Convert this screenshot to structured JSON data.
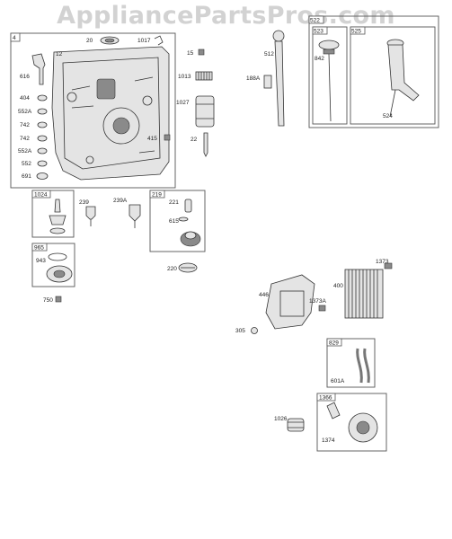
{
  "watermark": "AppliancePartsPros.com",
  "groups": {
    "g4": "4",
    "g1024": "1024",
    "g965": "965",
    "g219": "219",
    "g522": "522",
    "g523": "523",
    "g525": "525",
    "g829": "829",
    "g1366": "1366"
  },
  "labels": {
    "p20": "20",
    "p1017": "1017",
    "p12": "12",
    "p616": "616",
    "p404": "404",
    "p552A_1": "552A",
    "p742_1": "742",
    "p742_2": "742",
    "p552A_2": "552A",
    "p552": "552",
    "p691": "691",
    "p15": "15",
    "p1013": "1013",
    "p1027": "1027",
    "p415": "415",
    "p22": "22",
    "p512": "512",
    "p188A": "188A",
    "p842": "842",
    "p524": "524",
    "p239": "239",
    "p239A": "239A",
    "p221": "221",
    "p615": "615",
    "p943": "943",
    "p750": "750",
    "p220": "220",
    "p1373": "1373",
    "p400": "400",
    "p446": "446",
    "p1373A": "1373A",
    "p305": "305",
    "p601A": "601A",
    "p1026": "1026",
    "p1374": "1374"
  }
}
